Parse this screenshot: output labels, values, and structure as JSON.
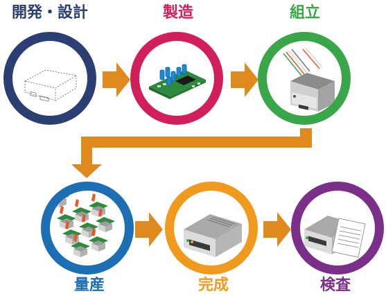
{
  "colors": {
    "arrow": "#e08a1e",
    "navy": "#2c3f73",
    "crimson": "#d11f5a",
    "green": "#3aa64a",
    "blue": "#1d6fb3",
    "orange": "#f09a1d",
    "purple": "#7a2f88"
  },
  "steps": [
    {
      "label": "開発・設計",
      "icon": "wireframe-device-icon"
    },
    {
      "label": "製造",
      "icon": "circuit-board-icon"
    },
    {
      "label": "組立",
      "icon": "assembly-icon"
    },
    {
      "label": "量産",
      "icon": "mass-production-icon"
    },
    {
      "label": "完成",
      "icon": "finished-device-icon"
    },
    {
      "label": "検査",
      "icon": "inspection-icon"
    }
  ]
}
